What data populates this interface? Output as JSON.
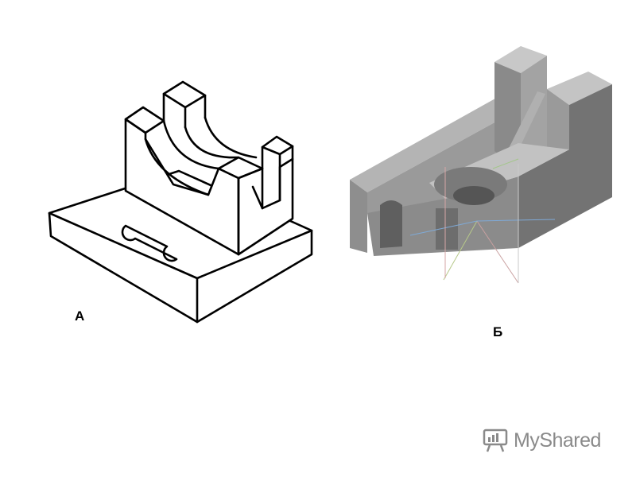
{
  "labels": {
    "figure_a": "А",
    "figure_b": "Б"
  },
  "watermark": {
    "text": "MyShared",
    "icon": "presentation-board-icon",
    "color": "#8a8a8a"
  },
  "colors": {
    "line_drawing": "#000000",
    "solid_face_light": "#a9a9a9",
    "solid_face_mid": "#8c8c8c",
    "solid_face_dark": "#6e6e6e"
  }
}
